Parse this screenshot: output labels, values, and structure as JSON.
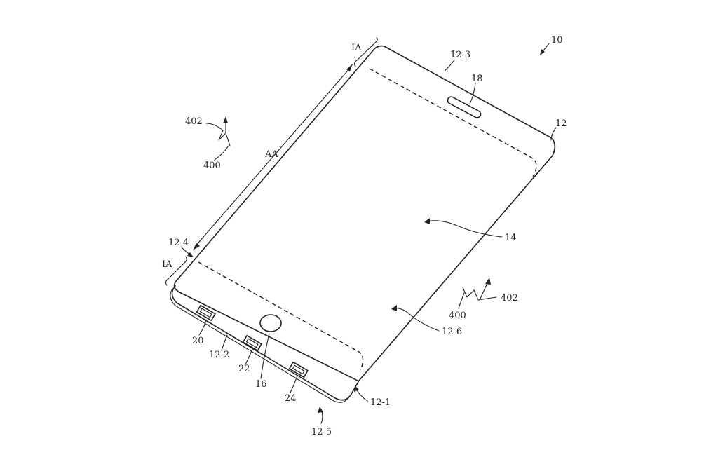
{
  "labels": {
    "ref_10": "10",
    "ref_12": "12",
    "ref_12_1": "12-1",
    "ref_12_2": "12-2",
    "ref_12_3": "12-3",
    "ref_12_4": "12-4",
    "ref_12_5": "12-5",
    "ref_12_6": "12-6",
    "ref_14": "14",
    "ref_16": "16",
    "ref_18": "18",
    "ref_20": "20",
    "ref_22": "22",
    "ref_24": "24",
    "ref_aa": "AA",
    "ref_ia_top": "IA",
    "ref_ia_bottom": "IA",
    "ref_400_left": "400",
    "ref_402_left": "402",
    "ref_400_right": "400",
    "ref_402_right": "402"
  }
}
